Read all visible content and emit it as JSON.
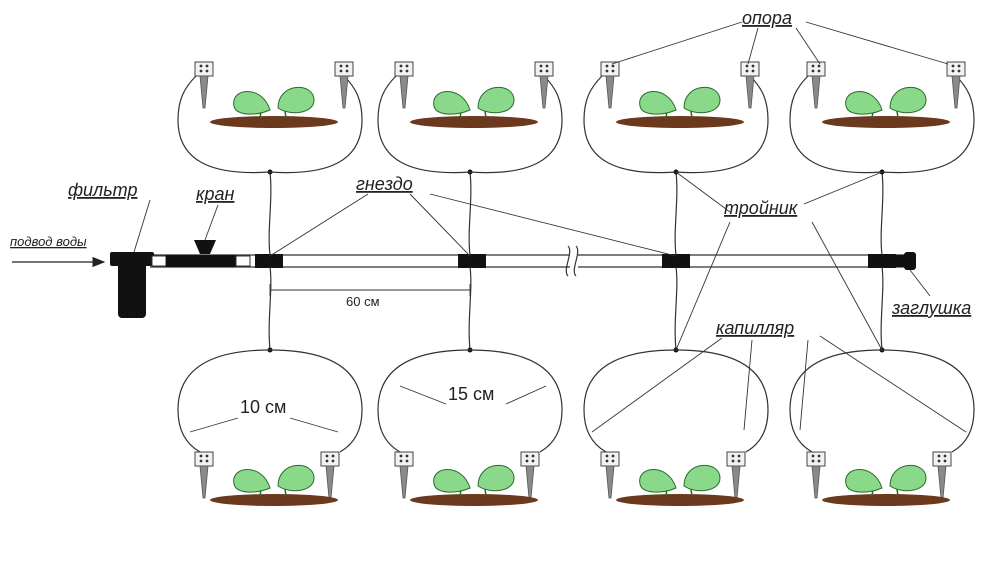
{
  "labels": {
    "water_supply": "подвод воды",
    "filter": "фильтр",
    "valve": "кран",
    "socket": "гнездо",
    "support": "опора",
    "tee": "тройник",
    "capillary": "капилляр",
    "plug": "заглушка"
  },
  "dimensions": {
    "socket_spacing": "60 см",
    "loop_height_10": "10 см",
    "loop_height_15": "15 см"
  },
  "colors": {
    "line": "#333333",
    "fitting": "#111111",
    "leaf": "#8ad98a",
    "leaf_stroke": "#2a6a2a",
    "soil": "#6b3a1e",
    "stake": "#8a8a8a"
  },
  "plants": [
    {
      "name": "plant-top-1"
    },
    {
      "name": "plant-top-2"
    },
    {
      "name": "plant-top-3"
    },
    {
      "name": "plant-top-4"
    },
    {
      "name": "plant-bottom-1"
    },
    {
      "name": "plant-bottom-2"
    },
    {
      "name": "plant-bottom-3"
    },
    {
      "name": "plant-bottom-4"
    }
  ]
}
